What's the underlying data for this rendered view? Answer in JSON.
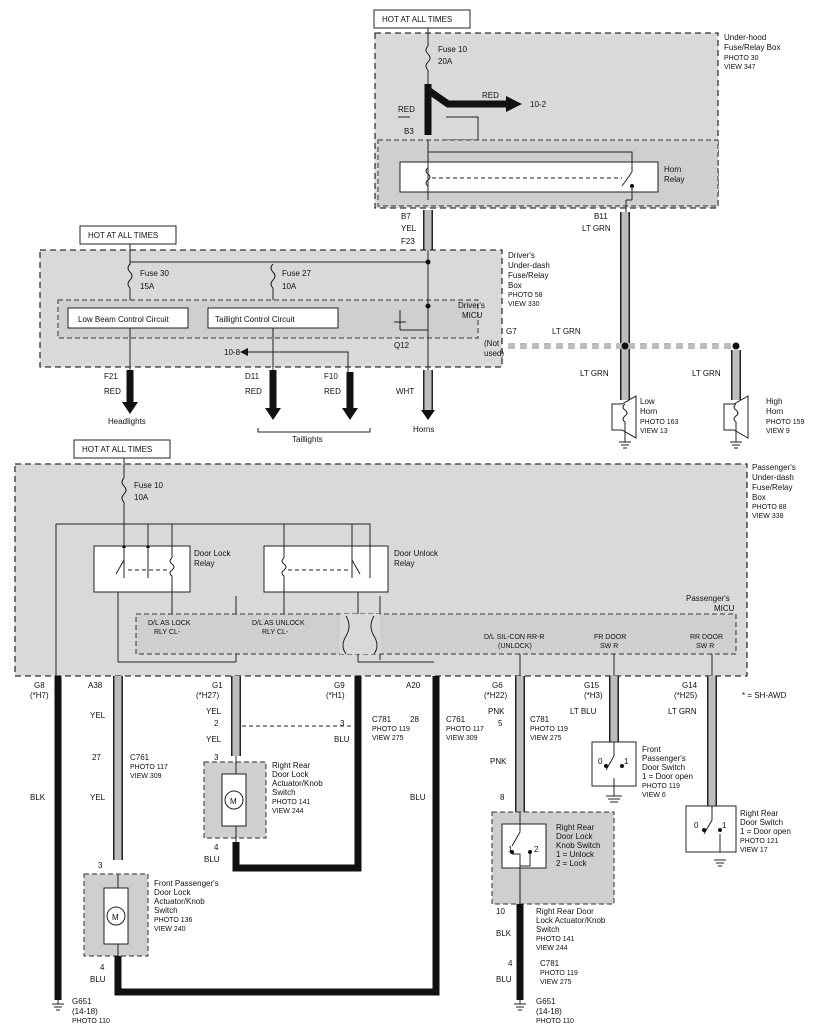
{
  "hot_labels": {
    "top": "HOT AT ALL TIMES",
    "drivers": "HOT AT ALL TIMES",
    "passengers": "HOT AT ALL TIMES"
  },
  "underhood": {
    "title_line1": "Under-hood",
    "title_line2": "Fuse/Relay Box",
    "photo": "PHOTO 30",
    "view": "VIEW 347",
    "fuse_name": "Fuse 10",
    "fuse_rating": "20A",
    "wire_red_left": "RED",
    "wire_red_out": "RED",
    "out_ref": "10-2",
    "connector_b3": "B3",
    "relay_line1": "Horn",
    "relay_line2": "Relay",
    "b7": "B7",
    "yel": "YEL",
    "f23": "F23",
    "b11": "B11",
    "ltgrn": "LT GRN"
  },
  "drivers": {
    "title_line1": "Driver's",
    "title_line2": "Under-dash",
    "title_line3": "Fuse/Relay",
    "title_line4": "Box",
    "photo": "PHOTO 58",
    "view": "VIEW 330",
    "fuse30_name": "Fuse 30",
    "fuse30_rating": "15A",
    "fuse27_name": "Fuse 27",
    "fuse27_rating": "10A",
    "micu_line1": "Driver's",
    "micu_line2": "MICU",
    "low_beam": "Low Beam Control Circuit",
    "taillight": "Taillight Control Circuit",
    "q12": "Q12",
    "g7": "G7",
    "not_used_line1": "(Not",
    "not_used_line2": "used)",
    "ref_108": "10-8",
    "f21": "F21",
    "d11": "D11",
    "f10": "F10",
    "red1": "RED",
    "red2": "RED",
    "red3": "RED",
    "wht": "WHT",
    "headlights": "Headlights",
    "taillights": "Taillights",
    "horns": "Horns",
    "ltgrn_g7": "LT GRN",
    "ltgrn_low": "LT GRN",
    "ltgrn_high": "LT GRN"
  },
  "horns": {
    "low_line1": "Low",
    "low_line2": "Horn",
    "low_photo": "PHOTO 163",
    "low_view": "VIEW 13",
    "high_line1": "High",
    "high_line2": "Horn",
    "high_photo": "PHOTO 159",
    "high_view": "VIEW 9"
  },
  "passengers": {
    "title_line1": "Passenger's",
    "title_line2": "Under-dash",
    "title_line3": "Fuse/Relay",
    "title_line4": "Box",
    "photo": "PHOTO 88",
    "view": "VIEW 338",
    "fuse_name": "Fuse 10",
    "fuse_rating": "10A",
    "lock_relay_line1": "Door Lock",
    "lock_relay_line2": "Relay",
    "unlock_relay_line1": "Door Unlock",
    "unlock_relay_line2": "Relay",
    "micu_line1": "Passenger's",
    "micu_line2": "MICU",
    "dl_lock_line1": "D/L AS LOCK",
    "dl_lock_line2": "RLY CL-",
    "dl_unlock_line1": "D/L AS UNLOCK",
    "dl_unlock_line2": "RLY CL-",
    "silcon_line1": "D/L SIL-CON RR-R",
    "silcon_line2": "(UNLOCK)",
    "frdoor_r_line1": "FR DOOR",
    "frdoor_r_line2": "SW R",
    "rrdoor_r_line1": "RR DOOR",
    "rrdoor_r_line2": "SW R"
  },
  "pins": {
    "g8": "G8",
    "g8_note": "(*H7)",
    "a38": "A38",
    "g1": "G1",
    "g1_note": "(*H27)",
    "g9": "G9",
    "g9_note": "(*H1)",
    "a20": "A20",
    "g6": "G6",
    "g6_note": "(*H22)",
    "g15": "G15",
    "g15_note": "(*H3)",
    "g14": "G14",
    "g14_note": "(*H25)",
    "sh_awd": "* = SH-AWD"
  },
  "wires": {
    "blk_left": "BLK",
    "yel1": "YEL",
    "yel2": "YEL",
    "yel_g1": "YEL",
    "yel_g1b": "YEL",
    "blu1": "BLU",
    "blu2": "BLU",
    "blu3": "BLU",
    "blu4": "BLU",
    "blu5": "BLU",
    "pnk1": "PNK",
    "pnk2": "PNK",
    "ltblu": "LT BLU",
    "ltgrn": "LT GRN",
    "blk_right": "BLK"
  },
  "connectors": {
    "c761a_pin": "27",
    "c761a": "C761",
    "c761a_photo": "PHOTO 117",
    "c761a_view": "VIEW 309",
    "c781a_pin2": "2",
    "c781a_pin3": "3",
    "c781a": "C781",
    "c781a_photo": "PHOTO 119",
    "c781a_view": "VIEW 275",
    "c761b_pin": "28",
    "c761b": "C761",
    "c761b_photo": "PHOTO 117",
    "c761b_view": "VIEW 309",
    "c781b_pin": "5",
    "c781b": "C781",
    "c781b_photo": "PHOTO 119",
    "c781b_view": "VIEW 275",
    "c781c_pin": "4",
    "c781c": "C781",
    "c781c_photo": "PHOTO 119",
    "c781c_view": "VIEW 275"
  },
  "components": {
    "rr_act_line1": "Right Rear",
    "rr_act_line2": "Door Lock",
    "rr_act_line3": "Actuator/Knob",
    "rr_act_line4": "Switch",
    "rr_act_photo": "PHOTO 141",
    "rr_act_view": "VIEW 244",
    "rr_act_pin_top": "3",
    "rr_act_pin_bot": "4",
    "fp_act_line1": "Front Passenger's",
    "fp_act_line2": "Door Lock",
    "fp_act_line3": "Actuator/Knob",
    "fp_act_line4": "Switch",
    "fp_act_photo": "PHOTO 136",
    "fp_act_view": "VIEW 240",
    "fp_act_pin_top": "3",
    "fp_act_pin_bot": "4",
    "motor": "M",
    "motor2": "M",
    "fp_sw_line1": "Front",
    "fp_sw_line2": "Passenger's",
    "fp_sw_line3": "Door Switch",
    "fp_sw_line4": "1 = Door open",
    "fp_sw_photo": "PHOTO 119",
    "fp_sw_view": "VIEW 6",
    "rr_sw_line1": "Right Rear",
    "rr_sw_line2": "Door Switch",
    "rr_sw_line3": "1 = Door open",
    "rr_sw_photo": "PHOTO 121",
    "rr_sw_view": "VIEW 17",
    "sw_0a": "0",
    "sw_1a": "1",
    "sw_0b": "0",
    "sw_1b": "1",
    "knob_line1": "Right Rear",
    "knob_line2": "Door Lock",
    "knob_line3": "Knob Switch",
    "knob_line4": "1 = Unlock",
    "knob_line5": "2 = Lock",
    "knob_pin_top": "8",
    "knob_1": "1",
    "knob_2": "2",
    "knob_pin_bot": "10",
    "rrk_line1": "Right Rear Door",
    "rrk_line2": "Lock Actuator/Knob",
    "rrk_line3": "Switch",
    "rrk_photo": "PHOTO 141",
    "rrk_view": "VIEW 244"
  },
  "grounds": {
    "g651a": "G651",
    "g651a_range": "(14-18)",
    "g651a_photo": "PHOTO 110",
    "g651b": "G651",
    "g651b_range": "(14-18)",
    "g651b_photo": "PHOTO 110"
  }
}
